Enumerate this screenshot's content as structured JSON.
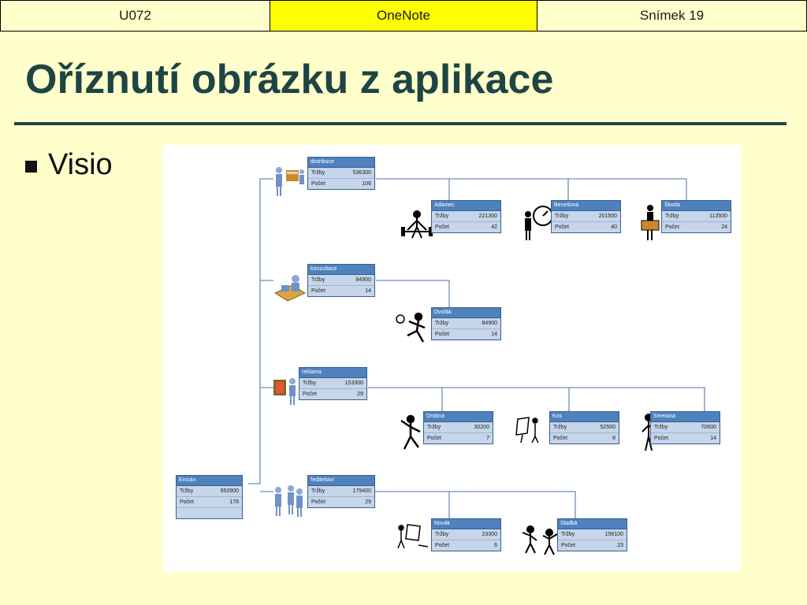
{
  "header": {
    "left": "U072",
    "center": "OneNote",
    "right": "Snímek 19"
  },
  "title": "Oříznutí obrázku z aplikace",
  "bullet": "Visio",
  "diagram": {
    "labels": {
      "sales": "Tržby",
      "count": "Počet"
    },
    "nodes": {
      "encian": {
        "name": "Encián",
        "sales": "953900",
        "count": "178"
      },
      "distribuce": {
        "name": "distribuce",
        "sales": "536300",
        "count": "106"
      },
      "adamec": {
        "name": "Adamec",
        "sales": "221300",
        "count": "42"
      },
      "benesova": {
        "name": "Benešová",
        "sales": "201500",
        "count": "40"
      },
      "skoda": {
        "name": "Škoda",
        "sales": "113500",
        "count": "24"
      },
      "konzultace": {
        "name": "konzultace",
        "sales": "84900",
        "count": "14"
      },
      "dvorak": {
        "name": "Dvořák",
        "sales": "84900",
        "count": "14"
      },
      "reklama": {
        "name": "reklama",
        "sales": "153300",
        "count": "29"
      },
      "drobna": {
        "name": "Drobná",
        "sales": "30200",
        "count": "7"
      },
      "kos": {
        "name": "Kos",
        "sales": "52500",
        "count": "8"
      },
      "smetana": {
        "name": "Smetana",
        "sales": "70600",
        "count": "14"
      },
      "reditelstvi": {
        "name": "ředitelství",
        "sales": "179400",
        "count": "29"
      },
      "novak": {
        "name": "Novák",
        "sales": "23300",
        "count": "6"
      },
      "sladka": {
        "name": "Sladká",
        "sales": "156100",
        "count": "23"
      }
    }
  }
}
